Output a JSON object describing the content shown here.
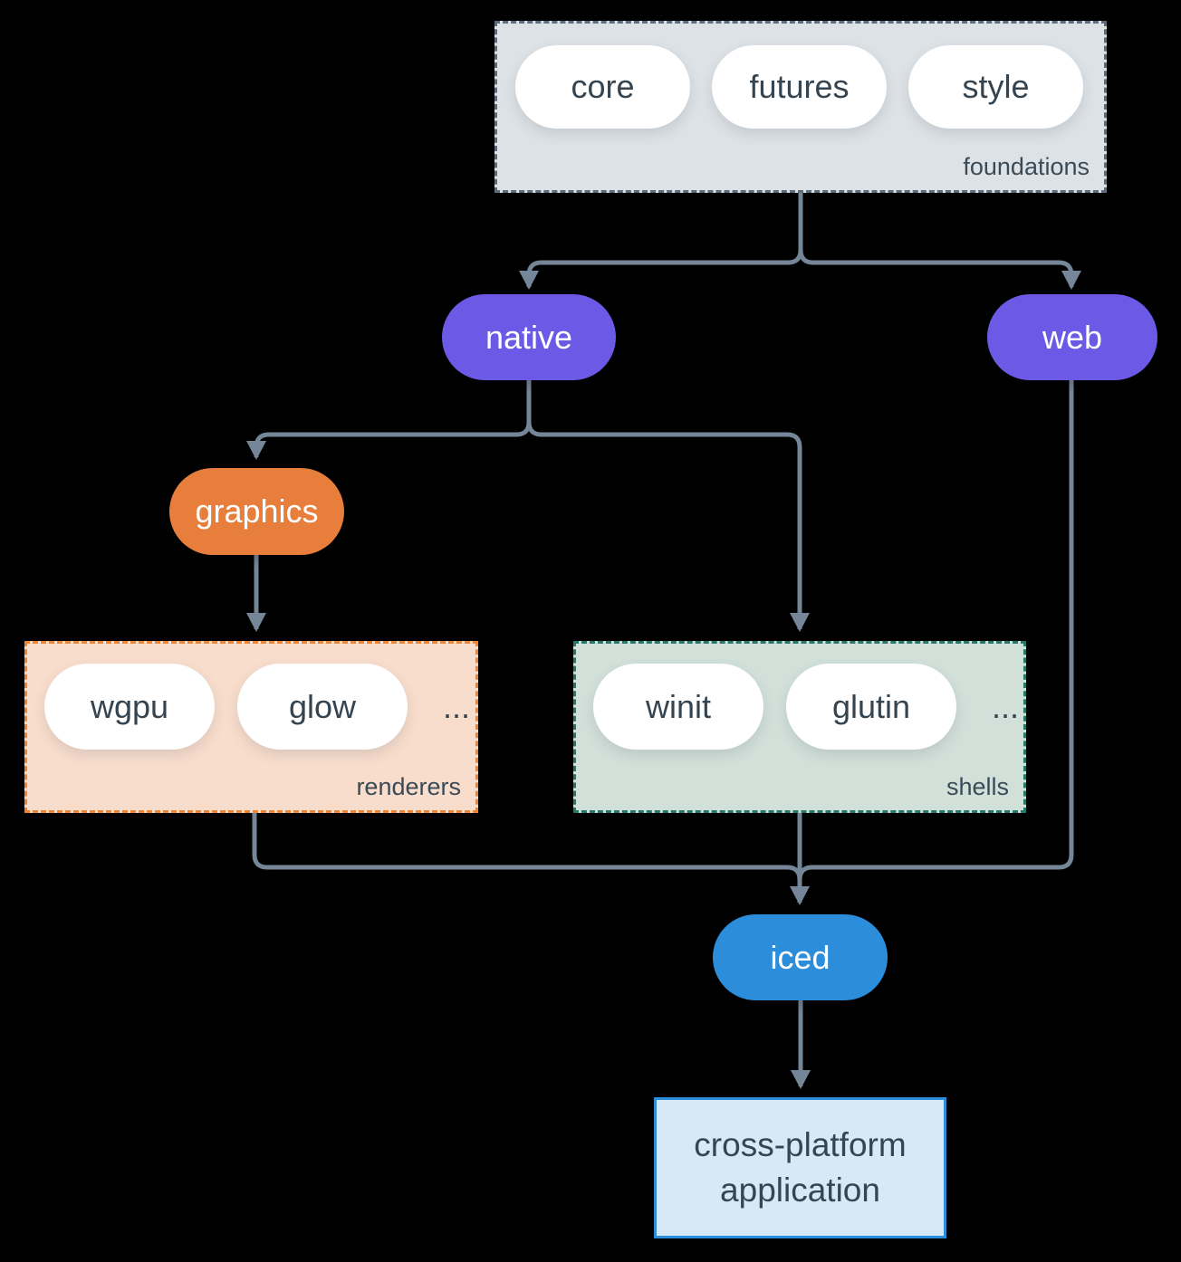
{
  "colors": {
    "background": "#000000",
    "connector": "#758699",
    "node_purple": "#6c5ae6",
    "node_orange": "#e77e3b",
    "node_blue": "#2c8ddb",
    "foundations_fill": "#dde2e6",
    "foundations_border": "#5c6c7c",
    "renderers_fill": "#f8ddcc",
    "renderers_border": "#ef8434",
    "shells_fill": "#d2e0da",
    "shells_border": "#26776a",
    "application_fill": "#d7e8f7",
    "application_border": "#2c8ddb",
    "pill_fill": "#ffffff",
    "pill_text": "#344450",
    "label_text": "#3a4a57"
  },
  "foundations": {
    "label": "foundations",
    "pills": [
      "core",
      "futures",
      "style"
    ]
  },
  "nodes": {
    "native": "native",
    "web": "web",
    "graphics": "graphics",
    "iced": "iced"
  },
  "renderers": {
    "label": "renderers",
    "pills": [
      "wgpu",
      "glow"
    ],
    "ellipsis": "..."
  },
  "shells": {
    "label": "shells",
    "pills": [
      "winit",
      "glutin"
    ],
    "ellipsis": "..."
  },
  "application": {
    "line1": "cross-platform",
    "line2": "application"
  }
}
